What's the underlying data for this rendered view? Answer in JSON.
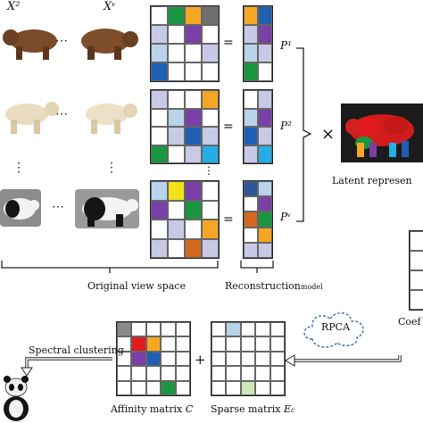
{
  "view_labels": [
    "X²",
    "Xᵛ"
  ],
  "dots_h": "⋯",
  "dots_v": "⋮",
  "equals": "=",
  "times": "×",
  "plus": "+",
  "p_labels": [
    "P¹",
    "P²",
    "Pᵛ"
  ],
  "original_view_space": "Original view space",
  "reconstruction": {
    "main": "Reconstruction",
    "sub": "model"
  },
  "latent": "Latent represen",
  "coef": "Coef",
  "rpca": "RPCA",
  "spectral_clustering": "Spectral clustering",
  "affinity": {
    "main": "Affinity matrix ",
    "symbol": "C"
  },
  "sparse": {
    "main": "Sparse matrix ",
    "symbol": "E",
    "sub": "c"
  },
  "colors": {
    "green": "#1a9641",
    "orange": "#f5a623",
    "slate": "#6f6f6f",
    "blue": "#1f5fb4",
    "purple": "#7b3fa8",
    "lightblue": "#b9d3ea",
    "lavender": "#c7c9e6",
    "yellow": "#f2e216",
    "lightgreen": "#cfe6b7",
    "cyan": "#22aee6",
    "rust": "#d2691e",
    "red": "#e31a1c",
    "gray": "#8a8a8a",
    "darkblue": "#2b579a"
  }
}
